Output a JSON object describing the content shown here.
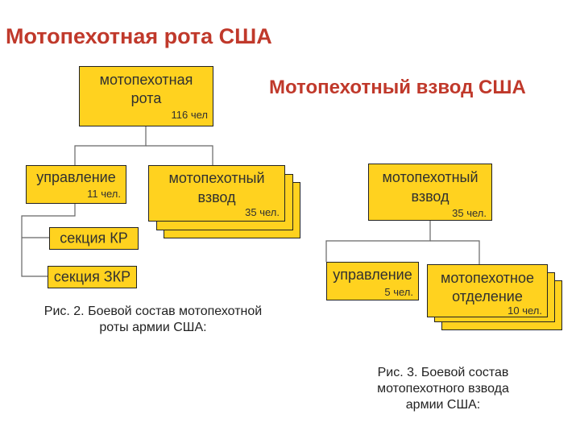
{
  "title_company": "Мотопехотная рота США",
  "title_platoon": "Мотопехотный взвод США",
  "company_chart": {
    "company": {
      "line1": "мотопехотная",
      "line2": "рота",
      "count": "116 чел"
    },
    "hq": {
      "name": "управление",
      "count": "11 чел."
    },
    "platoon": {
      "line1": "мотопехотный",
      "line2": "взвод",
      "count": "35 чел."
    },
    "section_kr": "секция КР",
    "section_zkr": "секция ЗКР",
    "caption": {
      "line1": "Рис. 2. Боевой состав мотопехотной",
      "line2": "роты армии США:"
    }
  },
  "platoon_chart": {
    "platoon": {
      "line1": "мотопехотный",
      "line2": "взвод",
      "count": "35 чел."
    },
    "hq": {
      "name": "управление",
      "count": "5 чел."
    },
    "squad": {
      "line1": "мотопехотное",
      "line2": "отделение",
      "count": "10 чел."
    },
    "caption": {
      "line1": "Рис. 3. Боевой состав",
      "line2": "мотопехотного взвода",
      "line3": "армии США:"
    }
  }
}
